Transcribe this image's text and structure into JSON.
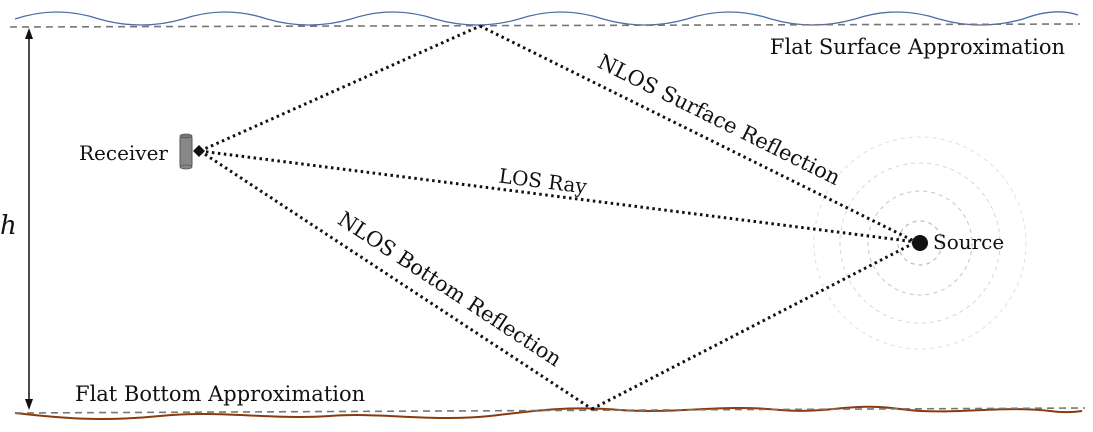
{
  "labels": {
    "flat_surface": "Flat Surface Approximation",
    "flat_bottom": "Flat Bottom Approximation",
    "receiver": "Receiver",
    "source": "Source",
    "los_ray": "LOS Ray",
    "nlos_surface": "NLOS Surface Reflection",
    "nlos_bottom": "NLOS Bottom Reflection",
    "depth": "h"
  },
  "colors": {
    "surface_wave": "#4a6fa5",
    "bottom_wave": "#8b3a0e",
    "approx_line": "#777777",
    "ray": "#111111",
    "ripple": "#bbbbbb",
    "receiver_body": "#888888"
  }
}
